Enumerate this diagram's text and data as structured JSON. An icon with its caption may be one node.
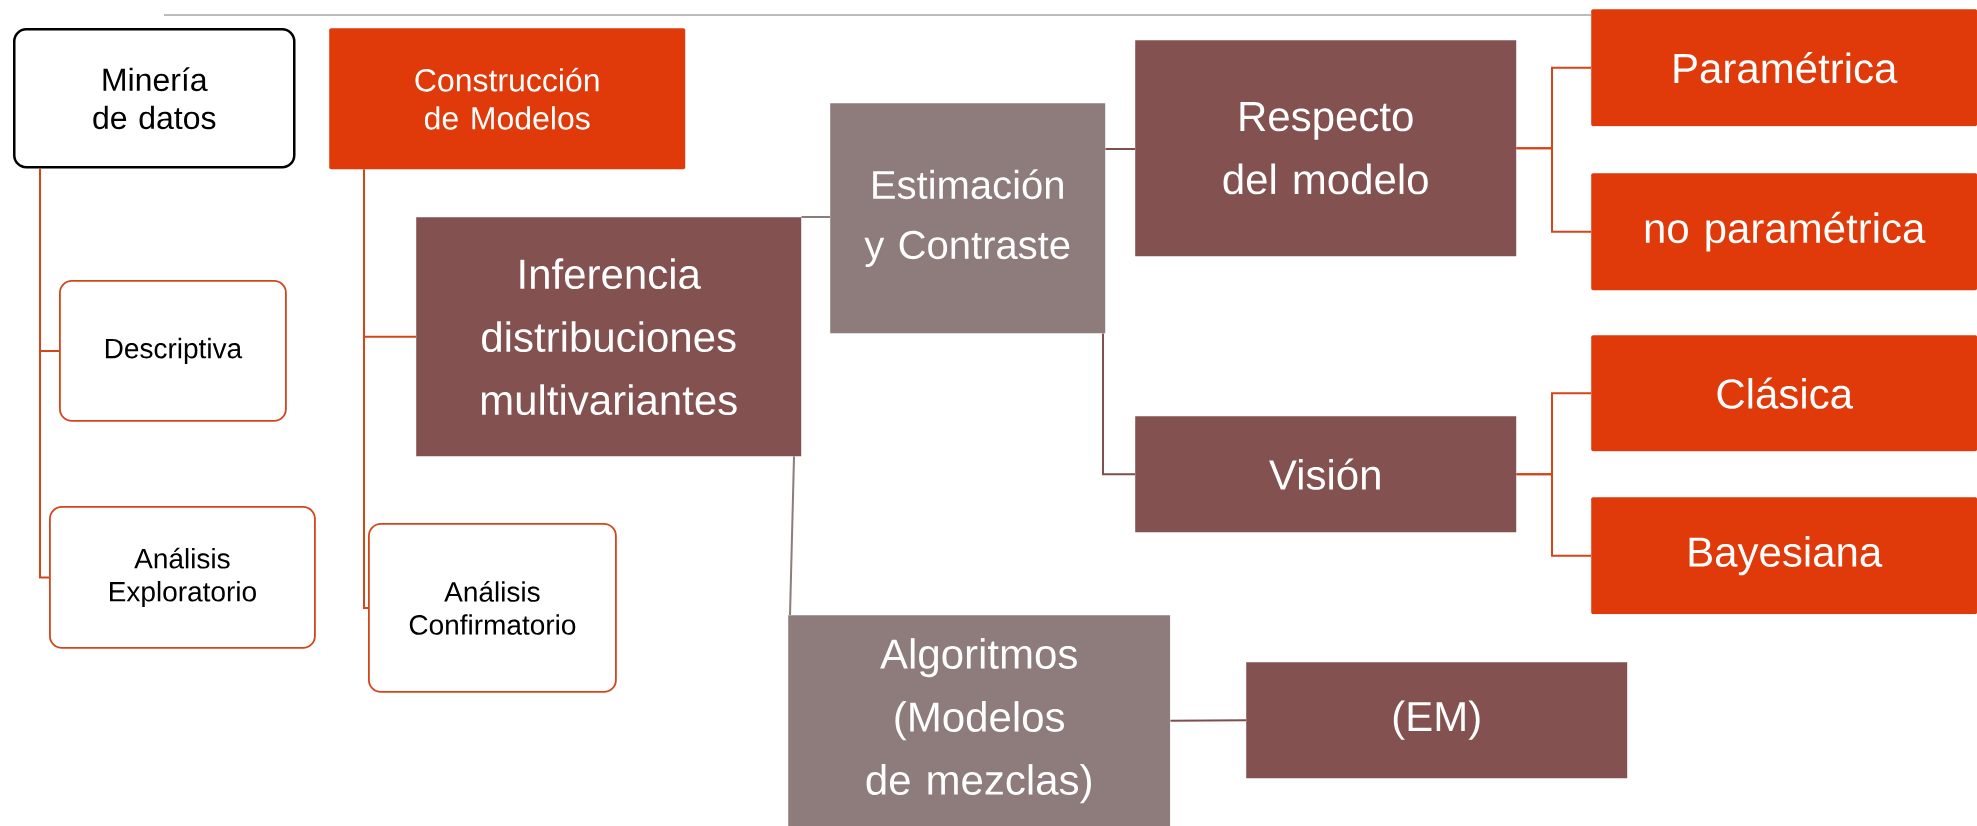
{
  "diagram": {
    "nodes": [
      {
        "text": [
          "Minería de datos"
        ]
      },
      {
        "text": [
          "Construcción de Modelos"
        ]
      },
      {
        "text": [
          "Descriptiva"
        ]
      },
      {
        "text": [
          "Análisis Exploratorio"
        ]
      },
      {
        "text": [
          "Inferencia distribuciones multivariantes"
        ]
      },
      {
        "text": [
          "Análisis Confirmatorio"
        ]
      },
      {
        "text": [
          "Estimación y Contraste"
        ]
      },
      {
        "text": [
          "Respecto del modelo"
        ]
      },
      {
        "text": [
          "Visión"
        ]
      },
      {
        "text": [
          "Paramétrica"
        ]
      },
      {
        "text": [
          "no paramétrica"
        ]
      },
      {
        "text": [
          "Clásica"
        ]
      },
      {
        "text": [
          "Bayesiana"
        ]
      },
      {
        "text": [
          "Algoritmos (Modelos de mezclas)"
        ]
      },
      {
        "text": [
          "(EM)"
        ]
      }
    ],
    "edges": [
      {
        "from": 0,
        "to": 2,
        "arrow": "none"
      },
      {
        "from": 0,
        "to": 3,
        "arrow": "none"
      },
      {
        "from": 1,
        "to": 4,
        "arrow": "none"
      },
      {
        "from": 1,
        "to": 5,
        "arrow": "none"
      },
      {
        "from": 4,
        "to": 6,
        "arrow": "none",
        "color": "#8e7b7b"
      },
      {
        "from": 4,
        "to": 13,
        "arrow": "none",
        "color": "#8e7b7b"
      },
      {
        "from": 6,
        "to": 7,
        "arrow": "none",
        "color": "#7f4f4f"
      },
      {
        "from": 6,
        "to": 8,
        "arrow": "none",
        "color": "#7f4f4f"
      },
      {
        "from": 7,
        "to": 9,
        "arrow": "none"
      },
      {
        "from": 7,
        "to": 10,
        "arrow": "none"
      },
      {
        "from": 8,
        "to": 11,
        "arrow": "none"
      },
      {
        "from": 8,
        "to": 12,
        "arrow": "none"
      },
      {
        "from": 13,
        "to": 14,
        "arrow": "none",
        "color": "#7f4f4f"
      }
    ]
  }
}
